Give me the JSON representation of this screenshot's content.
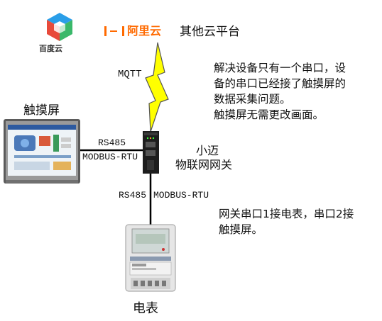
{
  "clouds": {
    "baidu_name": "百度云",
    "aliyun_name": "阿里云",
    "other": "其他云平台"
  },
  "protocols": {
    "mqtt": "MQTT",
    "rs485_top": "RS485",
    "modbus_top": "MODBUS-RTU",
    "rs485_bottom": "RS485",
    "modbus_bottom": "MODBUS-RTU"
  },
  "devices": {
    "touchscreen": "触摸屏",
    "gateway_line1": "小迈",
    "gateway_line2": "物联网网关",
    "meter": "电表"
  },
  "notes": {
    "desc_top": [
      "解决设备只有一个串口，设",
      "备的串口已经接了触摸屏的",
      "数据采集问题。",
      "触摸屏无需更改画面。"
    ],
    "desc_bottom": [
      "网关串口1接电表，串口2接",
      "触摸屏。"
    ]
  },
  "colors": {
    "lightning_fill": "#ffff00",
    "lightning_stroke": "#555555",
    "aliyun_orange": "#ff6a00",
    "wire": "#000000"
  }
}
